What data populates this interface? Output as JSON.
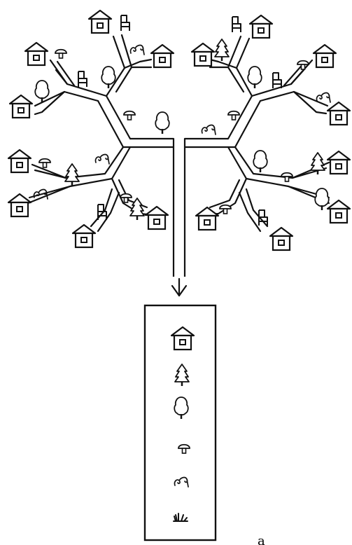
{
  "figure": {
    "type": "tree-diagram",
    "stroke_color": "#111111",
    "background": "#ffffff",
    "corner_mark": "a"
  },
  "branches": [
    {
      "name": "upper-left-branch",
      "leaves": [
        "house",
        "chair",
        "mushroom",
        "bindweed",
        "house",
        "house",
        "chair",
        "tree",
        "house",
        "tree"
      ]
    },
    {
      "name": "upper-right-branch",
      "leaves": [
        "house",
        "chair",
        "house",
        "spruce",
        "house",
        "mushroom",
        "chair",
        "tree",
        "house",
        "bindweed"
      ]
    },
    {
      "name": "lower-left-branch",
      "leaves": [
        "house",
        "mushroom",
        "spruce",
        "bindweed",
        "house",
        "bindweed",
        "house",
        "chair",
        "mushroom",
        "spruce",
        "house"
      ]
    },
    {
      "name": "lower-right-branch",
      "leaves": [
        "house",
        "mushroom",
        "chair",
        "house",
        "tree",
        "mushroom",
        "spruce",
        "house",
        "tree",
        "house"
      ]
    }
  ],
  "summary_box": {
    "items": [
      "house-icon",
      "spruce-icon",
      "deciduous-tree-icon",
      "mushroom-icon",
      "bindweed-icon",
      "grass-icon"
    ]
  }
}
